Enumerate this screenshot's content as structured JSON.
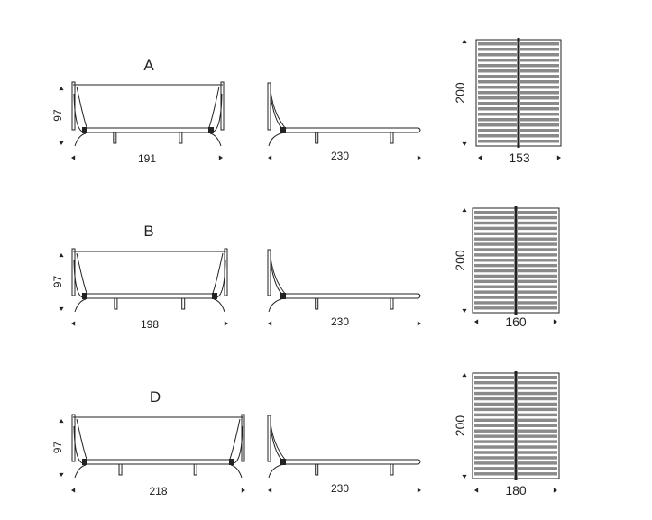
{
  "variants": [
    {
      "id": "A",
      "front": {
        "height": "97",
        "width": "191"
      },
      "side": {
        "length": "230"
      },
      "slats": {
        "length": "200",
        "width": "153"
      }
    },
    {
      "id": "B",
      "front": {
        "height": "97",
        "width": "198"
      },
      "side": {
        "length": "230"
      },
      "slats": {
        "length": "200",
        "width": "160"
      }
    },
    {
      "id": "D",
      "front": {
        "height": "97",
        "width": "218"
      },
      "side": {
        "length": "230"
      },
      "slats": {
        "length": "200",
        "width": "180"
      }
    }
  ],
  "colors": {
    "line": "#222222",
    "slat": "#8a8a8a",
    "background": "#ffffff"
  }
}
